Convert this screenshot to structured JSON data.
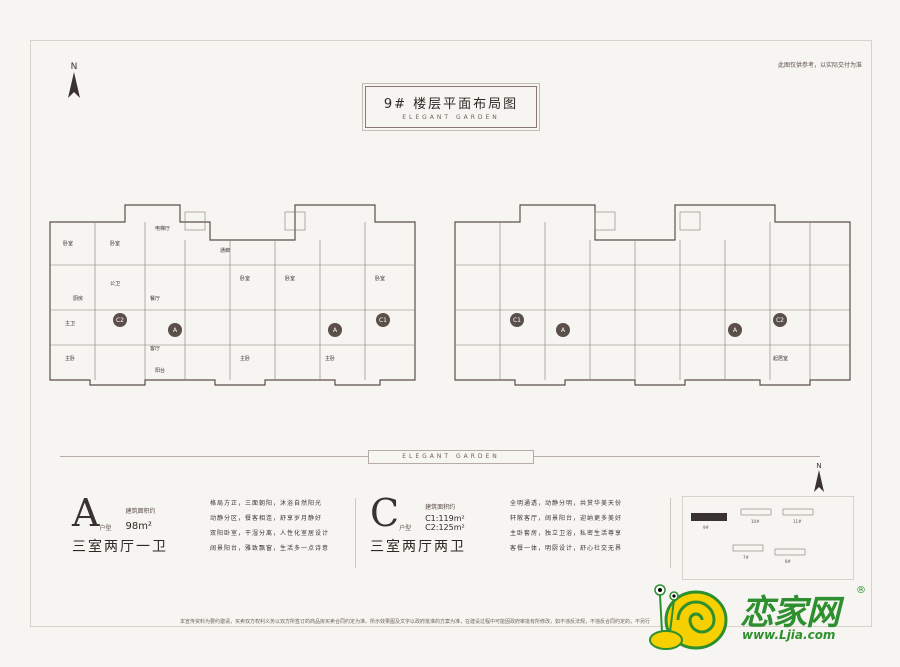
{
  "header": {
    "disclaimer": "此图仅供参考，以实际交付为准",
    "north_label": "N",
    "title": "9# 楼层平面布局图",
    "subtitle": "ELEGANT GARDEN"
  },
  "plan": {
    "room_labels": [
      "卧室",
      "卧室",
      "卧室",
      "卧室",
      "卧室",
      "主卧",
      "主卧",
      "主卧",
      "餐厅",
      "客厅",
      "厨房",
      "阳台",
      "公卫",
      "主卫",
      "电梯厅",
      "通廊",
      "起居室"
    ],
    "unit_markers": [
      "C2",
      "A",
      "A",
      "C1",
      "C1",
      "A",
      "A",
      "C2"
    ]
  },
  "divider": {
    "label": "ELEGANT GARDEN"
  },
  "unit_a": {
    "letter": "A",
    "type_label": "户型",
    "area_label": "建筑面积约",
    "area_value": "98m²",
    "rooms": "三室两厅一卫",
    "desc_lines": [
      "格局方正，三面朝阳，沐浴自然阳光",
      "动静分区，餐客相连，舒享岁月静好",
      "双阳卧室，干湿分离，人性化室居设计",
      "阔景阳台，雅致飘窗，生活多一点诗意"
    ]
  },
  "unit_c": {
    "letter": "C",
    "type_label": "户型",
    "area_label": "建筑面积约",
    "area_value_1": "C1:119m²",
    "area_value_2": "C2:125m²",
    "rooms": "三室两厅两卫",
    "desc_lines": [
      "全明通透，动静分明，共赏华美天份",
      "轩敞客厅，阔景阳台，迎纳更多美好",
      "主卧套房，独立卫浴，私密生活尊享",
      "客餐一体，明厨设计，舒心社交无界"
    ]
  },
  "keymap": {
    "labels": [
      "9#",
      "10#",
      "11#",
      "7#",
      "8#"
    ]
  },
  "bottom_note": "本宣传资料为要约邀请，买卖双方权利义务以双方所签订的商品房买卖合同约定为准。所示效果图及文字以政府批准的方案为准，在建设过程中可能因政府审批有所修改，如不违反法规，不违反合同约定的，不另行通知。本公司对本资料保留最终解释权。",
  "logo": {
    "name": "恋家网",
    "url": "www.Ljia.com",
    "registered": "®",
    "brand_color": "#2d8f2d"
  },
  "colors": {
    "line": "#8a7a73",
    "wall": "#5b4f4a",
    "background": "#f7f5f2"
  }
}
